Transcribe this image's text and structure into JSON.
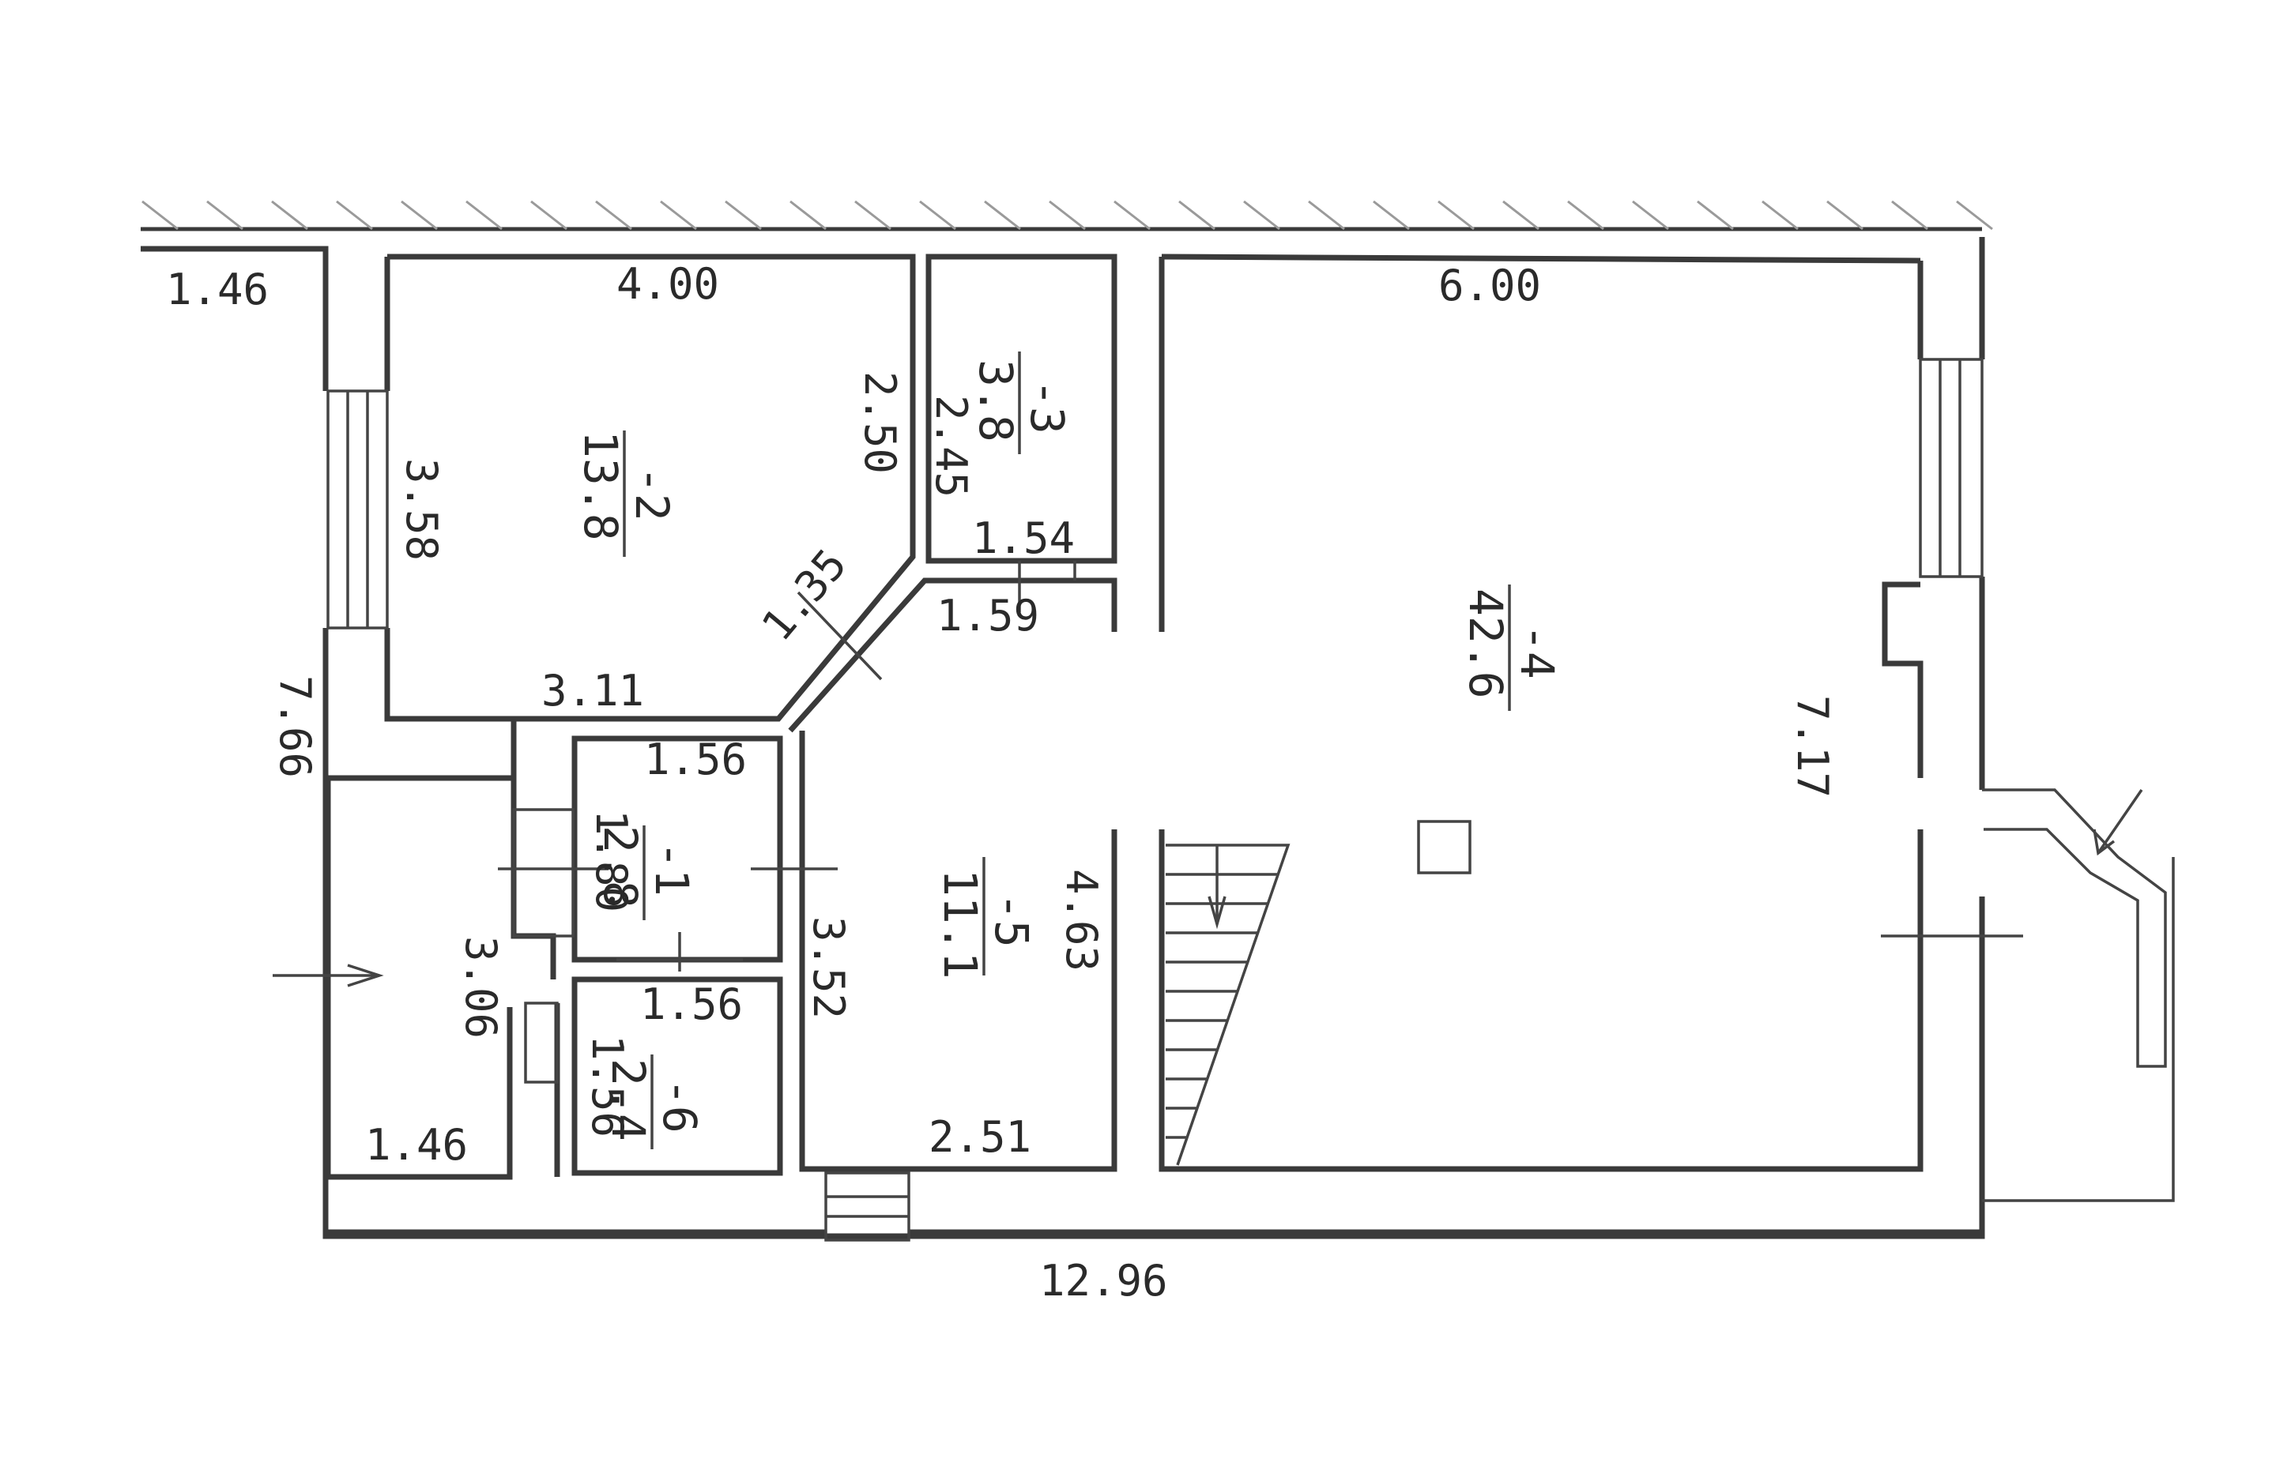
{
  "dimensions": {
    "top_left_width": "1.46",
    "room2_top": "4.00",
    "room4_top": "6.00",
    "room2_left": "3.58",
    "room2_right": "2.50",
    "room3_left": "2.45",
    "room3_bottom": "1.54",
    "diagonal": "1.35",
    "room5_top": "1.59",
    "room2_bottom": "3.11",
    "left_total": "7.66",
    "room1_top": "1.56",
    "room1_left": "1.80",
    "room1_bottom": "1.56",
    "entry_height": "3.06",
    "room6_left": "1.56",
    "room5_left": "3.52",
    "room5_right": "4.63",
    "room5_bottom": "2.51",
    "entry_bottom": "1.46",
    "room4_right": "7.17",
    "total_width": "12.96"
  },
  "rooms": {
    "r1": {
      "number": "-1",
      "area": "2.8"
    },
    "r2": {
      "number": "-2",
      "area": "13.8"
    },
    "r3": {
      "number": "-3",
      "area": "3.8"
    },
    "r4": {
      "number": "-4",
      "area": "42.6"
    },
    "r5": {
      "number": "-5",
      "area": "11.1"
    },
    "r6": {
      "number": "-6",
      "area": "2.4"
    }
  }
}
